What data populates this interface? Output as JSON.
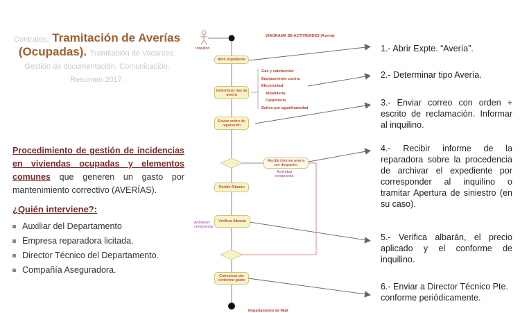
{
  "title": {
    "pre": "Contratos.",
    "main": "Tramitación de Averías (Ocupadas).",
    "post": "Tramitación de Vacantes. Gestión de documentación. Comunicación. Resumen 2017."
  },
  "procedure": {
    "underlined": "Procedimiento de gestión de incidencias en viviendas ocupadas y elementos comunes",
    "rest": " que generen un gasto por mantenimiento correctivo (AVERÍAS)."
  },
  "who_heading": "¿Quién interviene?:",
  "roles": [
    "Auxiliar del Departamento",
    "Empresa reparadora licitada.",
    "Director Técnico del Departamento.",
    "Compañía Aseguradora."
  ],
  "diagram": {
    "title": "DIAGRAMA DE ACTIVIDADES (Avería)",
    "actor": "Inquilino",
    "nodes": {
      "open": "Abrir expediente",
      "determine": "Determinar tipo de avería",
      "send": "Enviar orden de reparación",
      "receive_report": "Recibir informe avería por despacho",
      "receive_delivery": "Recibir Albarán",
      "verify": "Verificar Albarán",
      "communicate": "Comunicar pte conforme gasto"
    },
    "types": [
      "Gas y calefacción",
      "Equipamiento cocina",
      "Electricidad",
      "Albañilería",
      "Carpintería",
      "Daños por agua/humedad"
    ],
    "composite1": "Actividad compuesta",
    "composite2": "Actividad compuesta",
    "footer": "Departamento de Mult"
  },
  "steps": {
    "s1": "1.- Abrir Expte. “Avería”.",
    "s2": "2.- Determinar tipo Avería.",
    "s3": "3.- Enviar correo con orden + escrito de reclamación. Informar al inquilino.",
    "s4": "4.- Recibir informe de la reparadora sobre la procedencia de archivar el expediente por corresponder al inquilino o tramitar Apertura de siniestro (en su caso).",
    "s5": "5.- Verifica albarán, el precio aplicado y el conforme de inquilino.",
    "s6": "6.- Enviar a Director Técnico Pte. conforme periódicamente."
  },
  "colors": {
    "accent_brown": "#a0602e",
    "node_fill": "#f7f3c4",
    "node_text": "#a32020"
  }
}
